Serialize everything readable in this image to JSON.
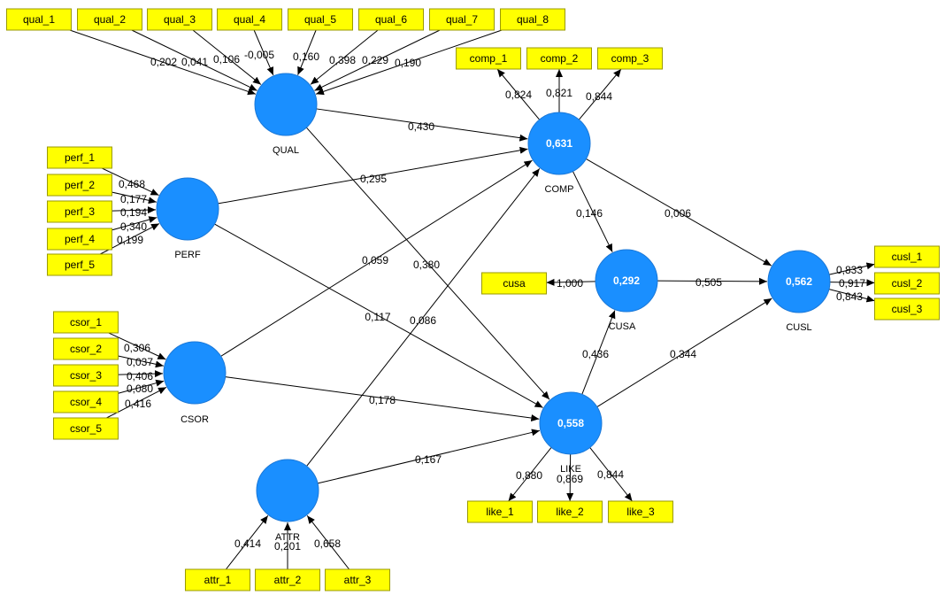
{
  "colors": {
    "indicator_fill": "#ffff00",
    "latent_fill": "#1a8fff",
    "r2_text": "#ffffff",
    "edge": "#000000"
  },
  "latents": [
    {
      "id": "QUAL",
      "label": "QUAL",
      "r2": ""
    },
    {
      "id": "PERF",
      "label": "PERF",
      "r2": ""
    },
    {
      "id": "CSOR",
      "label": "CSOR",
      "r2": ""
    },
    {
      "id": "ATTR",
      "label": "ATTR",
      "r2": ""
    },
    {
      "id": "COMP",
      "label": "COMP",
      "r2": "0,631"
    },
    {
      "id": "CUSA",
      "label": "CUSA",
      "r2": "0,292"
    },
    {
      "id": "LIKE",
      "label": "LIKE",
      "r2": "0,558"
    },
    {
      "id": "CUSL",
      "label": "CUSL",
      "r2": "0,562"
    }
  ],
  "indicators": [
    {
      "id": "qual_1",
      "latent": "QUAL",
      "mode": "formative",
      "weight": "0,202"
    },
    {
      "id": "qual_2",
      "latent": "QUAL",
      "mode": "formative",
      "weight": "0,041"
    },
    {
      "id": "qual_3",
      "latent": "QUAL",
      "mode": "formative",
      "weight": "0,106"
    },
    {
      "id": "qual_4",
      "latent": "QUAL",
      "mode": "formative",
      "weight": "-0,005"
    },
    {
      "id": "qual_5",
      "latent": "QUAL",
      "mode": "formative",
      "weight": "0,160"
    },
    {
      "id": "qual_6",
      "latent": "QUAL",
      "mode": "formative",
      "weight": "0,398"
    },
    {
      "id": "qual_7",
      "latent": "QUAL",
      "mode": "formative",
      "weight": "0,229"
    },
    {
      "id": "qual_8",
      "latent": "QUAL",
      "mode": "formative",
      "weight": "0,190"
    },
    {
      "id": "perf_1",
      "latent": "PERF",
      "mode": "formative",
      "weight": "0,468"
    },
    {
      "id": "perf_2",
      "latent": "PERF",
      "mode": "formative",
      "weight": "0,177"
    },
    {
      "id": "perf_3",
      "latent": "PERF",
      "mode": "formative",
      "weight": "0,194"
    },
    {
      "id": "perf_4",
      "latent": "PERF",
      "mode": "formative",
      "weight": "0,340"
    },
    {
      "id": "perf_5",
      "latent": "PERF",
      "mode": "formative",
      "weight": "0,199"
    },
    {
      "id": "csor_1",
      "latent": "CSOR",
      "mode": "formative",
      "weight": "0,306"
    },
    {
      "id": "csor_2",
      "latent": "CSOR",
      "mode": "formative",
      "weight": "0,037"
    },
    {
      "id": "csor_3",
      "latent": "CSOR",
      "mode": "formative",
      "weight": "0,406"
    },
    {
      "id": "csor_4",
      "latent": "CSOR",
      "mode": "formative",
      "weight": "0,080"
    },
    {
      "id": "csor_5",
      "latent": "CSOR",
      "mode": "formative",
      "weight": "0,416"
    },
    {
      "id": "attr_1",
      "latent": "ATTR",
      "mode": "formative",
      "weight": "0,414"
    },
    {
      "id": "attr_2",
      "latent": "ATTR",
      "mode": "formative",
      "weight": "0,201"
    },
    {
      "id": "attr_3",
      "latent": "ATTR",
      "mode": "formative",
      "weight": "0,658"
    },
    {
      "id": "comp_1",
      "latent": "COMP",
      "mode": "reflective",
      "weight": "0,824"
    },
    {
      "id": "comp_2",
      "latent": "COMP",
      "mode": "reflective",
      "weight": "0,821"
    },
    {
      "id": "comp_3",
      "latent": "COMP",
      "mode": "reflective",
      "weight": "0,844"
    },
    {
      "id": "cusa",
      "latent": "CUSA",
      "mode": "reflective",
      "weight": "1,000"
    },
    {
      "id": "like_1",
      "latent": "LIKE",
      "mode": "reflective",
      "weight": "0,880"
    },
    {
      "id": "like_2",
      "latent": "LIKE",
      "mode": "reflective",
      "weight": "0,869"
    },
    {
      "id": "like_3",
      "latent": "LIKE",
      "mode": "reflective",
      "weight": "0,844"
    },
    {
      "id": "cusl_1",
      "latent": "CUSL",
      "mode": "reflective",
      "weight": "0,833"
    },
    {
      "id": "cusl_2",
      "latent": "CUSL",
      "mode": "reflective",
      "weight": "0,917"
    },
    {
      "id": "cusl_3",
      "latent": "CUSL",
      "mode": "reflective",
      "weight": "0,843"
    }
  ],
  "paths": [
    {
      "from": "QUAL",
      "to": "COMP",
      "coef": "0,430"
    },
    {
      "from": "QUAL",
      "to": "LIKE",
      "coef": "0,380"
    },
    {
      "from": "PERF",
      "to": "COMP",
      "coef": "0,295"
    },
    {
      "from": "PERF",
      "to": "LIKE",
      "coef": "0,117"
    },
    {
      "from": "CSOR",
      "to": "COMP",
      "coef": "0,059"
    },
    {
      "from": "CSOR",
      "to": "LIKE",
      "coef": "0,178"
    },
    {
      "from": "ATTR",
      "to": "COMP",
      "coef": "0,086"
    },
    {
      "from": "ATTR",
      "to": "LIKE",
      "coef": "0,167"
    },
    {
      "from": "COMP",
      "to": "CUSA",
      "coef": "0,146"
    },
    {
      "from": "COMP",
      "to": "CUSL",
      "coef": "0,006"
    },
    {
      "from": "LIKE",
      "to": "CUSA",
      "coef": "0,436"
    },
    {
      "from": "LIKE",
      "to": "CUSL",
      "coef": "0,344"
    },
    {
      "from": "CUSA",
      "to": "CUSL",
      "coef": "0,505"
    }
  ]
}
